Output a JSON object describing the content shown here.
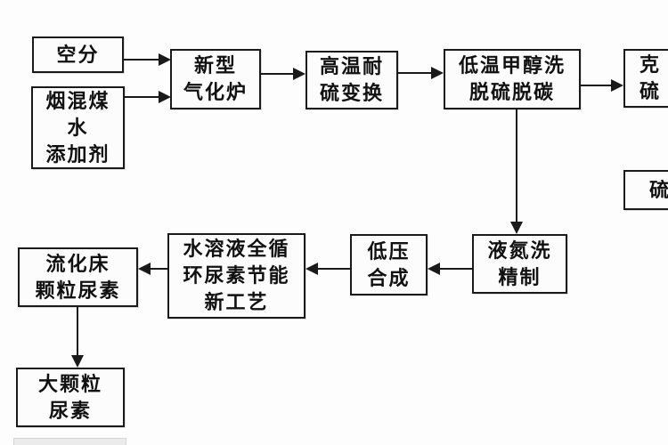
{
  "diagram": {
    "type": "flowchart",
    "language": "zh",
    "colors": {
      "background": "#fdfdfd",
      "box_border": "#1a1a1a",
      "box_fill": "#fcfcfc",
      "text": "#111111",
      "arrow": "#1a1a1a",
      "partial_strip": "#ebebeb"
    },
    "nodes": {
      "air_separation": {
        "label": "空分"
      },
      "coal_water_additive": {
        "label": "烟混煤\n水\n添加剂"
      },
      "gasifier": {
        "label": "新型\n气化炉"
      },
      "sulfur_shift": {
        "label": "高温耐\n硫变换"
      },
      "methanol_wash": {
        "label": "低温甲醇洗\n脱硫脱碳"
      },
      "claus_partial": {
        "label": "克\n硫",
        "note": "clipped at right image edge"
      },
      "sulfur_partial": {
        "label": "硫",
        "note": "clipped at right image edge"
      },
      "nitrogen_wash": {
        "label": "液氮洗\n精制"
      },
      "low_pressure_synthesis": {
        "label": "低压\n合成"
      },
      "urea_process": {
        "label": "水溶液全循\n环尿素节能\n新工艺"
      },
      "fluidized_bed_urea": {
        "label": "流化床\n颗粒尿素"
      },
      "large_granule_urea": {
        "label": "大颗粒\n尿素"
      }
    },
    "edges": [
      {
        "from": "air_separation",
        "to": "gasifier",
        "direction": "right"
      },
      {
        "from": "coal_water_additive",
        "to": "gasifier",
        "direction": "right"
      },
      {
        "from": "gasifier",
        "to": "sulfur_shift",
        "direction": "right"
      },
      {
        "from": "sulfur_shift",
        "to": "methanol_wash",
        "direction": "right"
      },
      {
        "from": "methanol_wash",
        "to": "claus_partial",
        "direction": "right"
      },
      {
        "from": "methanol_wash",
        "to": "nitrogen_wash",
        "direction": "down"
      },
      {
        "from": "nitrogen_wash",
        "to": "low_pressure_synthesis",
        "direction": "left"
      },
      {
        "from": "low_pressure_synthesis",
        "to": "urea_process",
        "direction": "left"
      },
      {
        "from": "urea_process",
        "to": "fluidized_bed_urea",
        "direction": "left"
      },
      {
        "from": "fluidized_bed_urea",
        "to": "large_granule_urea",
        "direction": "down"
      }
    ]
  }
}
